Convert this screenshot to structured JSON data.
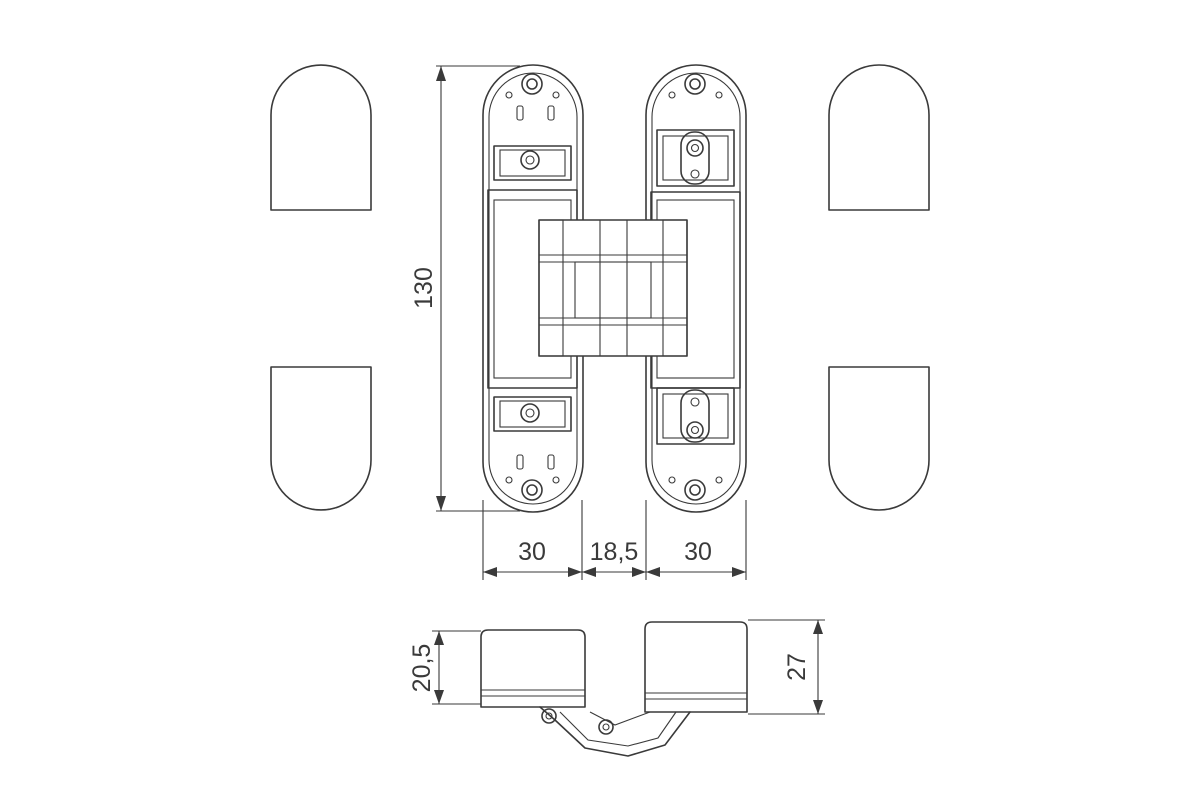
{
  "dimensions": {
    "height": "130",
    "width_left": "30",
    "gap": "18,5",
    "width_right": "30",
    "side_left": "20,5",
    "side_right": "27"
  }
}
